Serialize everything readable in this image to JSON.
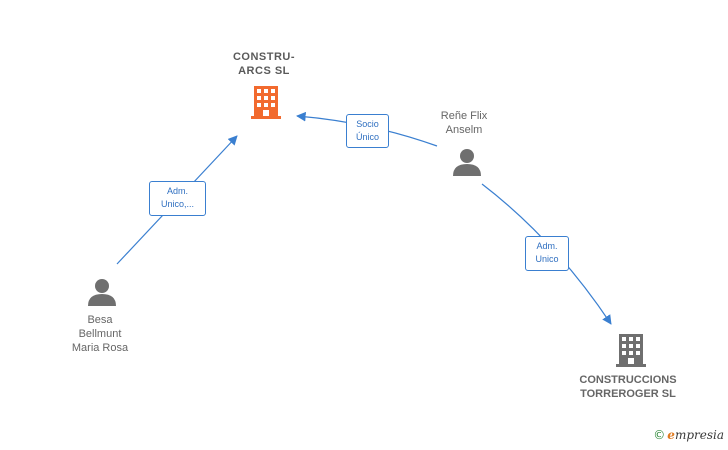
{
  "nodes": {
    "construarcs": {
      "line1": "CONSTRU-",
      "line2": "ARCS  SL",
      "type": "company",
      "color": "#f26a2e"
    },
    "rene": {
      "line1": "Reñe Flix",
      "line2": "Anselm",
      "type": "person",
      "color": "#6f6f6f"
    },
    "besa": {
      "line1": "Besa",
      "line2": "Bellmunt",
      "line3": "Maria Rosa",
      "type": "person",
      "color": "#6f6f6f"
    },
    "torreroger": {
      "line1": "CONSTRUCCIONS",
      "line2": "TORREROGER SL",
      "type": "company",
      "color": "#6f6f6f"
    }
  },
  "edges": {
    "besa_to_construarcs": {
      "line1": "Adm.",
      "line2": "Unico,..."
    },
    "rene_to_construarcs": {
      "line1": "Socio",
      "line2": "Único"
    },
    "rene_to_torreroger": {
      "line1": "Adm.",
      "line2": "Unico"
    }
  },
  "brand": {
    "copyright": "©",
    "initial": "e",
    "rest": "mpresia"
  },
  "colors": {
    "edge": "#3a7fd0"
  }
}
